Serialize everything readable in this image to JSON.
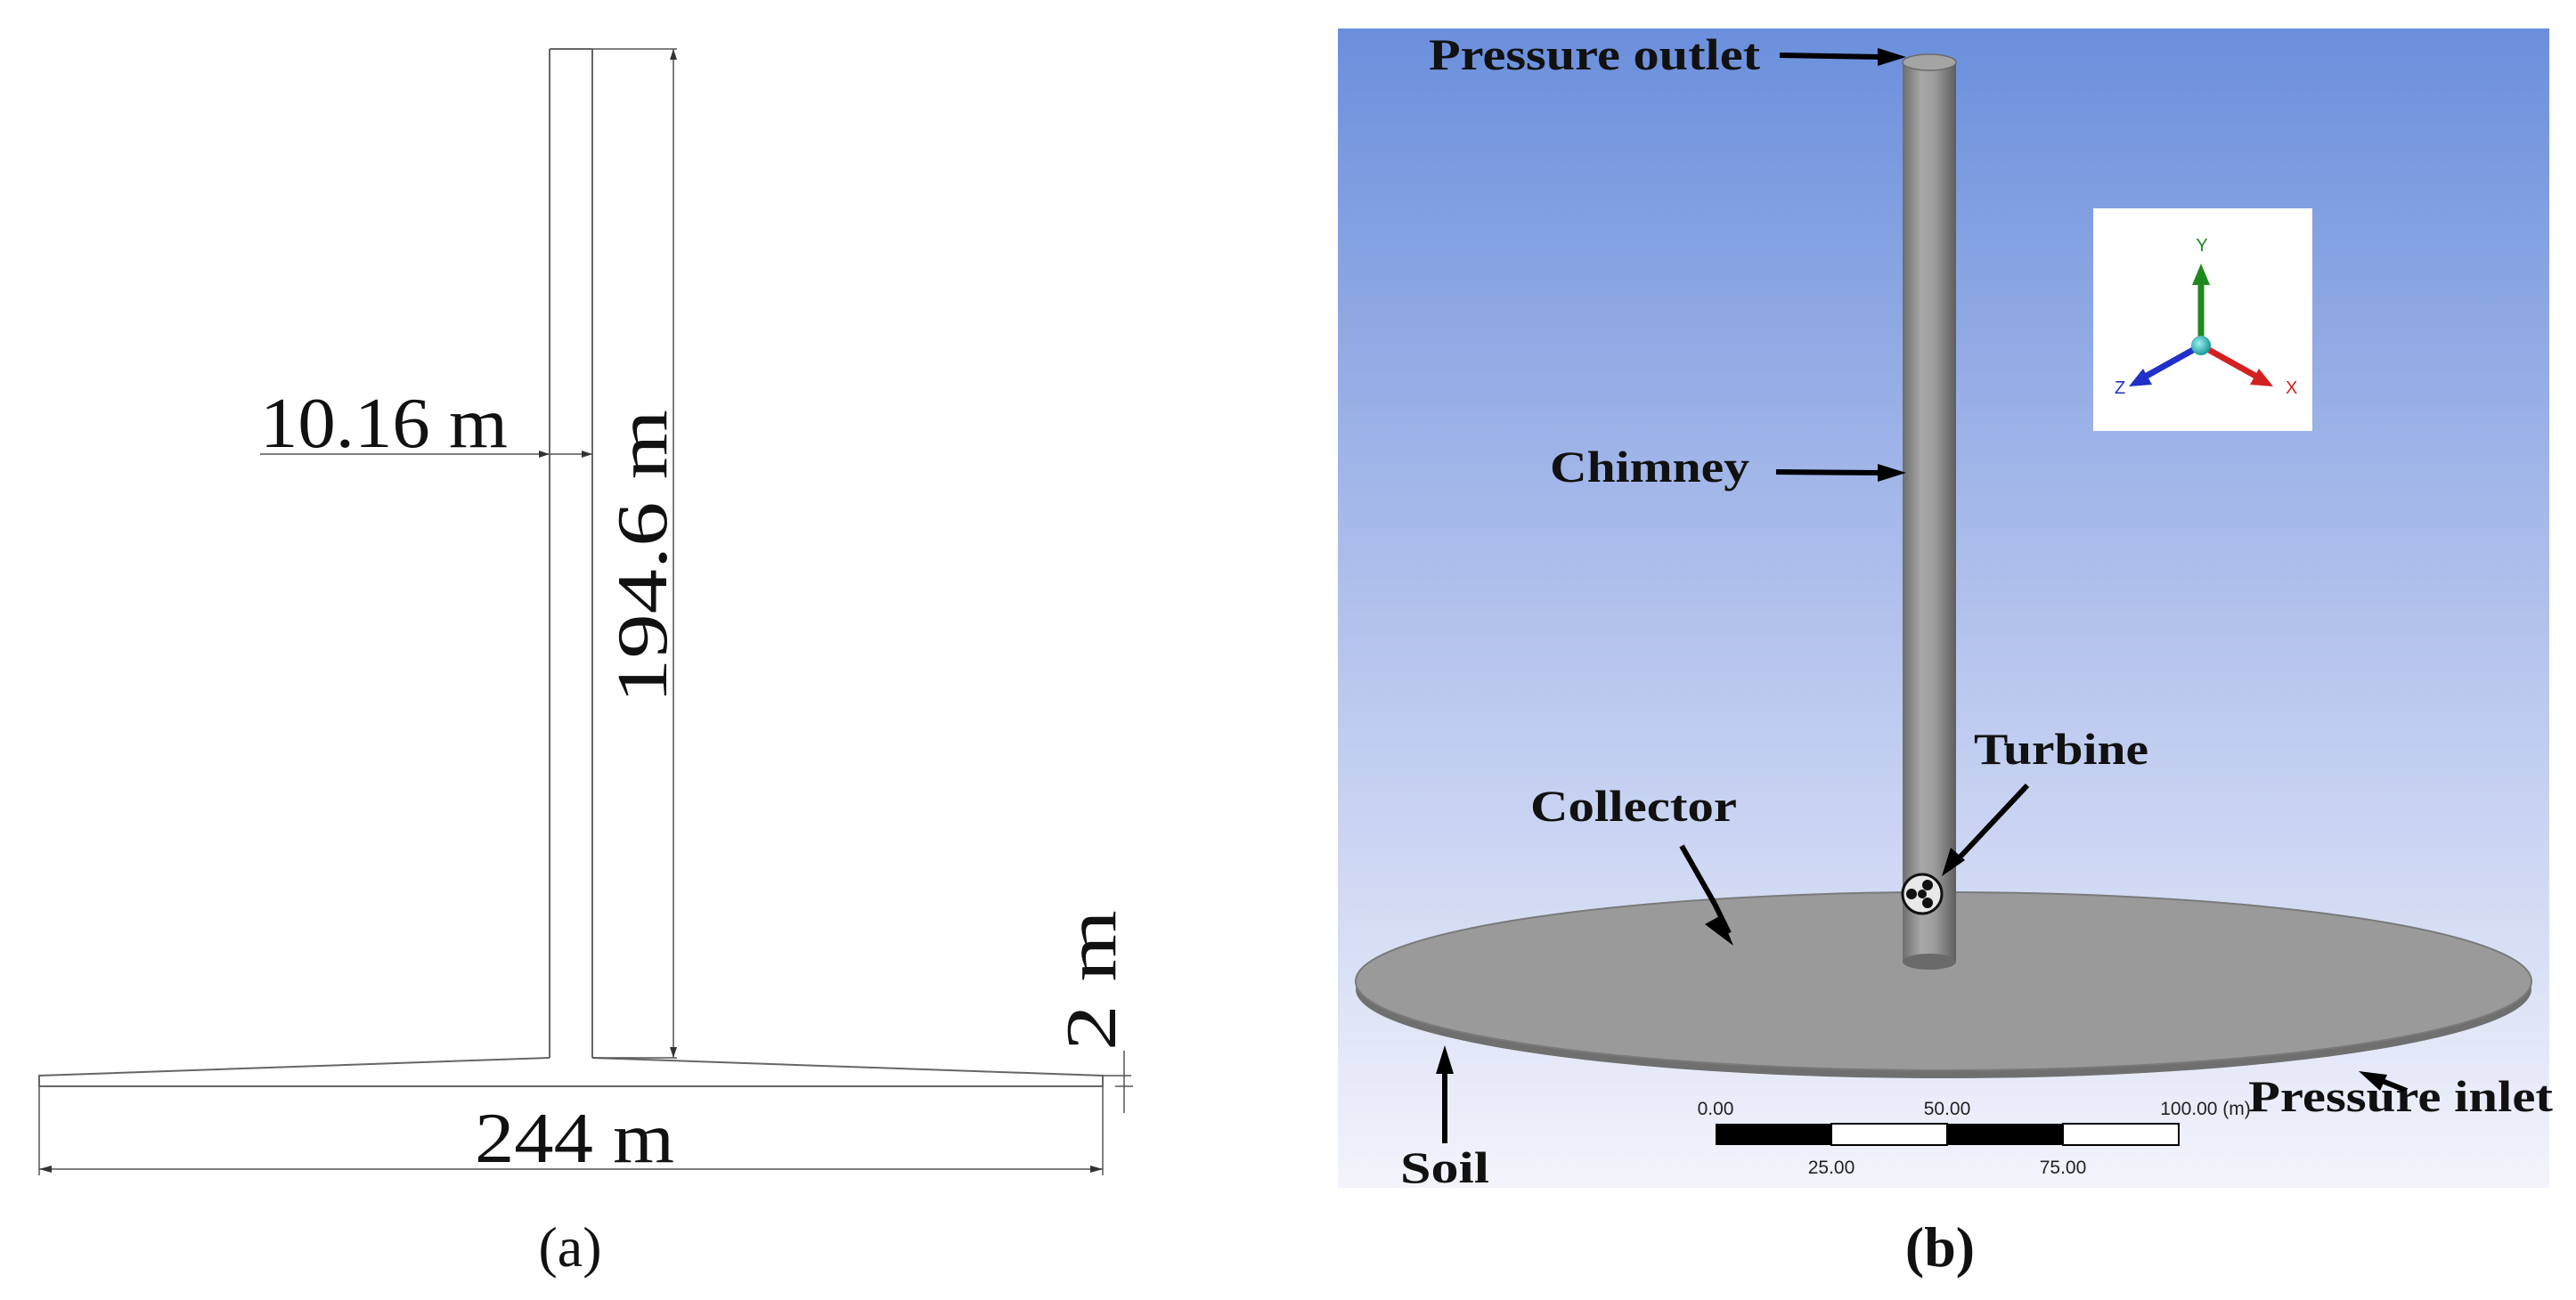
{
  "panel_a": {
    "dim_chimney_diameter": "10.16 m",
    "dim_chimney_height": "194.6 m",
    "dim_collector_height": "2 m",
    "dim_collector_diameter": "244 m",
    "caption": "(a)"
  },
  "panel_b": {
    "label_pressure_outlet": "Pressure outlet",
    "label_chimney": "Chimney",
    "label_turbine": "Turbine",
    "label_collector": "Collector",
    "label_soil": "Soil",
    "label_pressure_inlet": "Pressure inlet",
    "caption": "(b)",
    "axis_triad": {
      "y": "Y",
      "x": "X",
      "z": "Z",
      "colors": {
        "y": "#1e8a1e",
        "x": "#d42020",
        "z": "#2030c8",
        "origin": "#2ec4c4"
      }
    },
    "scale_bar": {
      "top_ticks": [
        "0.00",
        "50.00",
        "100.00 (m)"
      ],
      "bottom_ticks": [
        "25.00",
        "75.00"
      ]
    },
    "colors": {
      "sky_top": "#6b8fdc",
      "sky_bottom": "#eef1fb",
      "geometry": "#9a9a9a"
    }
  }
}
